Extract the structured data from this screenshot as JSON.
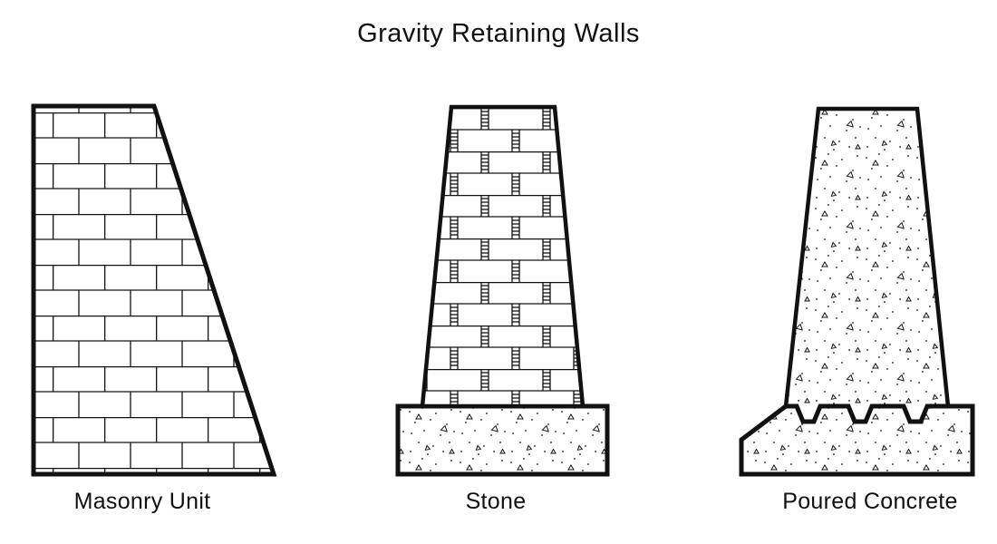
{
  "title": "Gravity Retaining Walls",
  "colors": {
    "ink": "#111111",
    "background": "#ffffff"
  },
  "figures": [
    {
      "id": "masonry-unit",
      "label": "Masonry Unit",
      "wall_hatch": "brick-running-bond",
      "footing": "none"
    },
    {
      "id": "stone",
      "label": "Stone",
      "wall_hatch": "concrete-masonry-ladder",
      "footing": "concrete-stipple-rectangular"
    },
    {
      "id": "poured-concrete",
      "label": "Poured Concrete",
      "wall_hatch": "concrete-stipple",
      "footing": "concrete-stipple-keyed-joint"
    }
  ]
}
